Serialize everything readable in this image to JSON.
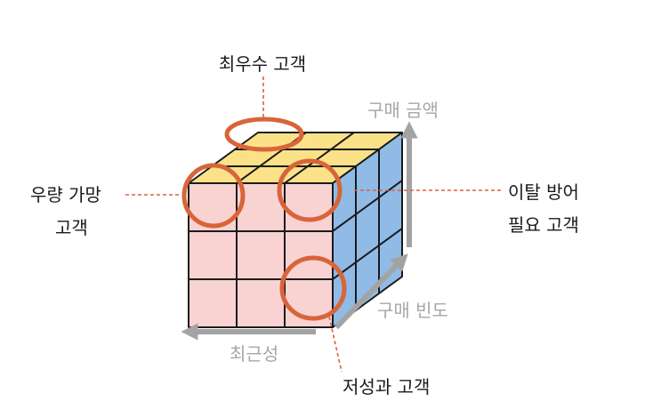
{
  "labels": {
    "top_customer": "최우수 고객",
    "loyal_potential_line1": "우량 가망",
    "loyal_potential_line2": "고객",
    "churn_prevention_line1": "이탈 방어",
    "churn_prevention_line2": "필요 고객",
    "low_value": "저성과 고객"
  },
  "axes": {
    "recency": "최근성",
    "frequency": "구매 빈도",
    "monetary": "구매 금액"
  },
  "colors": {
    "front_face": "#f8d3d2",
    "top_face": "#fbe288",
    "side_face": "#8fbbe6",
    "cube_edge": "#1b1b1b",
    "highlight_circle": "#d9643a",
    "leader_line": "#d9643a",
    "axis_arrow": "#a3a3a3",
    "dark_text": "#1a1a1a",
    "gray_text": "#a7a7a7"
  }
}
